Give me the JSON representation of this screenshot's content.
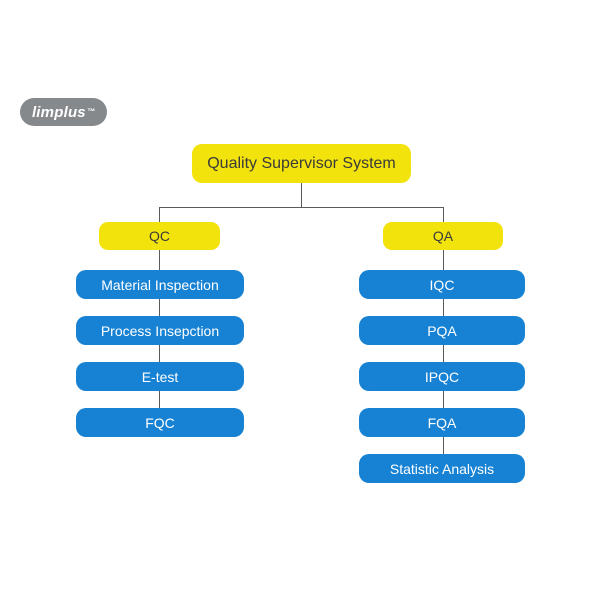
{
  "brand": {
    "logo_text": "limplus",
    "trademark": "™"
  },
  "colors": {
    "node_yellow": "#F2E30D",
    "node_blue": "#1782D3",
    "logo_gray": "#86898C",
    "connector_line": "#5A5A5A",
    "text_on_yellow": "#3A3A3A",
    "text_on_blue": "#FFFFFF",
    "background": "#FFFFFF"
  },
  "diagram": {
    "root": {
      "label": "Quality Supervisor System"
    },
    "branches": [
      {
        "label": "QC",
        "children": [
          "Material Inspection",
          "Process Insepction",
          "E-test",
          "FQC"
        ]
      },
      {
        "label": "QA",
        "children": [
          "IQC",
          "PQA",
          "IPQC",
          "FQA",
          "Statistic Analysis"
        ]
      }
    ]
  }
}
